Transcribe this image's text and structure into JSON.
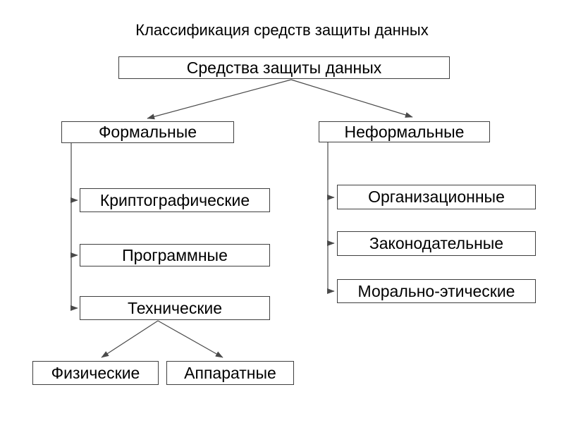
{
  "title": "Классификация средств защиты данных",
  "colors": {
    "background": "#ffffff",
    "text": "#000000",
    "box_border": "#3f3f3f",
    "connector": "#4a4a4a"
  },
  "nodes": {
    "root": {
      "label": "Средства защиты данных"
    },
    "formal": {
      "label": "Формальные"
    },
    "informal": {
      "label": "Неформальные"
    },
    "cryptographic": {
      "label": "Криптографические"
    },
    "software": {
      "label": "Программные"
    },
    "technical": {
      "label": "Технические"
    },
    "physical": {
      "label": "Физические"
    },
    "hardware": {
      "label": "Аппаратные"
    },
    "organizational": {
      "label": "Организационные"
    },
    "legislative": {
      "label": "Законодательные"
    },
    "moral_ethical": {
      "label": "Морально-этические"
    }
  },
  "edges": [
    {
      "from": "root",
      "to": "formal"
    },
    {
      "from": "root",
      "to": "informal"
    },
    {
      "from": "formal",
      "to": "cryptographic"
    },
    {
      "from": "formal",
      "to": "software"
    },
    {
      "from": "formal",
      "to": "technical"
    },
    {
      "from": "technical",
      "to": "physical"
    },
    {
      "from": "technical",
      "to": "hardware"
    },
    {
      "from": "informal",
      "to": "organizational"
    },
    {
      "from": "informal",
      "to": "legislative"
    },
    {
      "from": "informal",
      "to": "moral_ethical"
    }
  ]
}
